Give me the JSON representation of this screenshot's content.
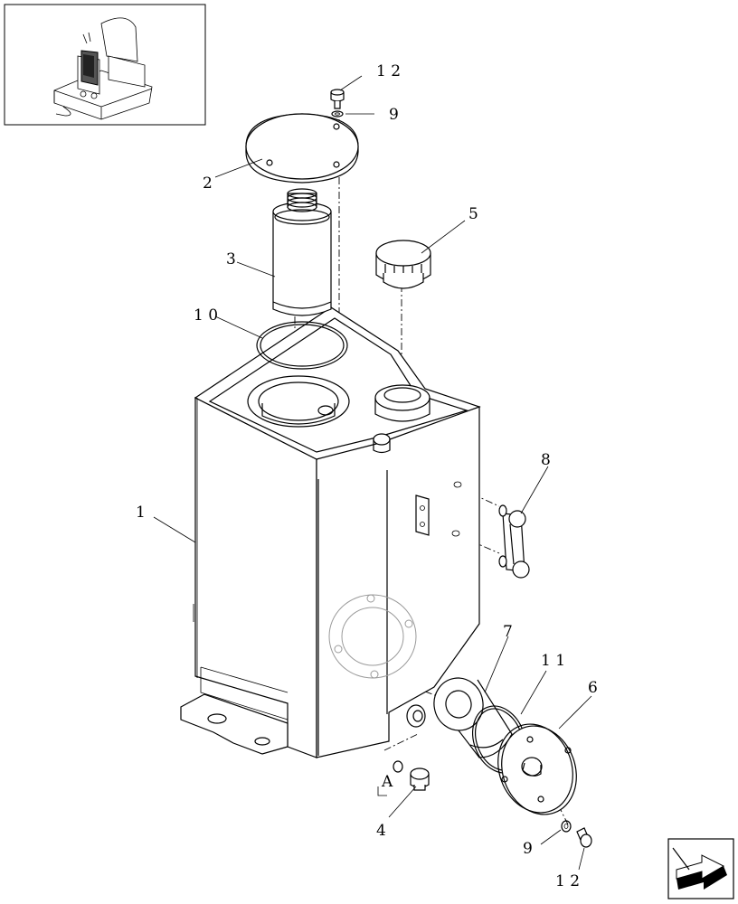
{
  "diagram": {
    "callouts": {
      "c1": "1",
      "c2": "2",
      "c3": "3",
      "c4": "4",
      "c5": "5",
      "c6": "6",
      "c7": "7",
      "c8": "8",
      "c9_top": "9",
      "c9_bottom": "9",
      "c10": "1 0",
      "c11": "1 1",
      "c12_top": "1 2",
      "c12_bottom": "1 2",
      "detail_a": "A"
    }
  },
  "icons": {
    "locator": "machine-locator-thumbnail",
    "nav": "next-page-arrow-icon"
  }
}
